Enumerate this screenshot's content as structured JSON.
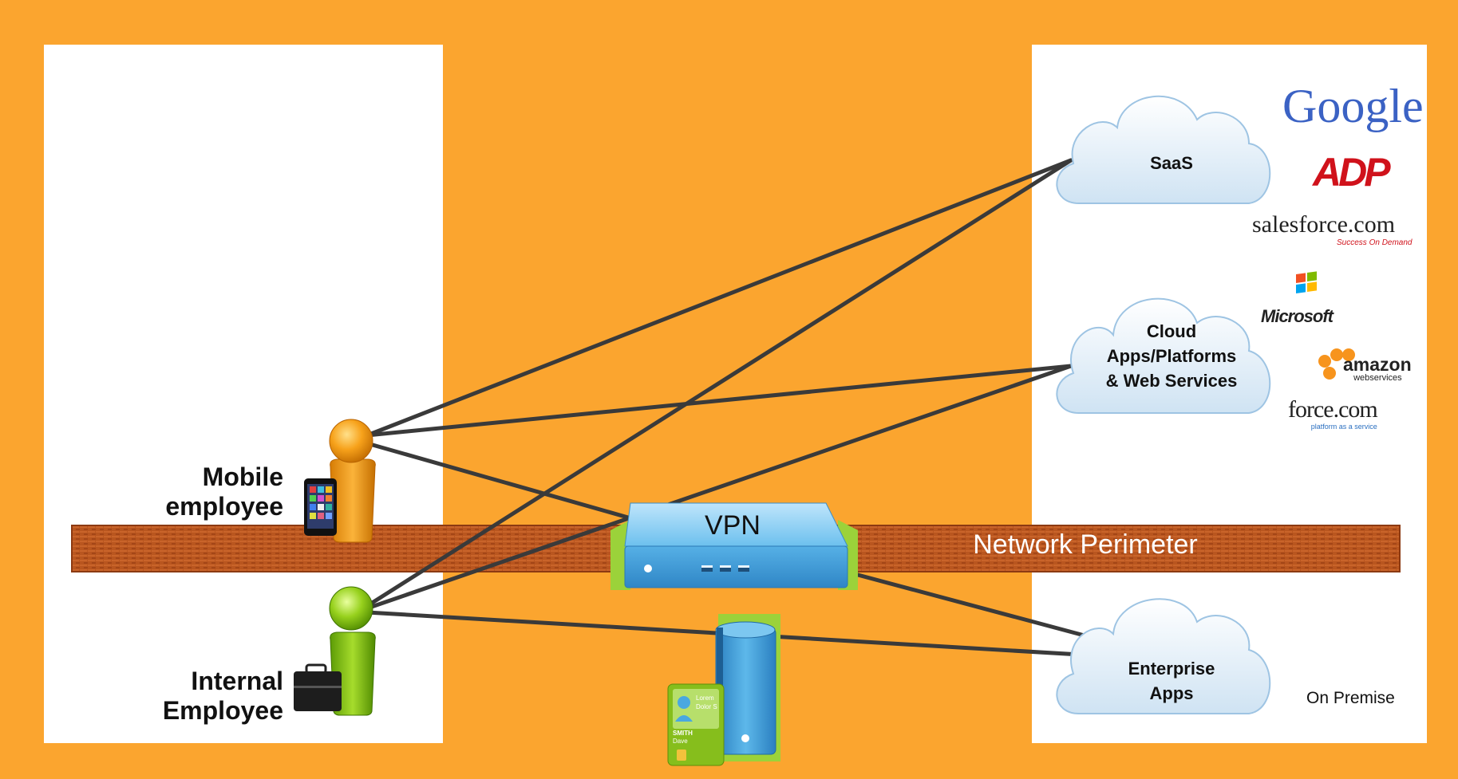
{
  "people": {
    "mobile": {
      "line1": "Mobile",
      "line2": "employee"
    },
    "internal": {
      "line1": "Internal",
      "line2": "Employee"
    }
  },
  "vpn": {
    "label": "VPN"
  },
  "perimeter": {
    "label": "Network Perimeter"
  },
  "clouds": {
    "saas": {
      "line1": "SaaS"
    },
    "cloud_apps": {
      "line1": "Cloud",
      "line2": "Apps/Platforms",
      "line3": "& Web Services"
    },
    "enterprise": {
      "line1": "Enterprise",
      "line2": "Apps"
    }
  },
  "on_premise": "On Premise",
  "logos": {
    "google": "Google",
    "adp": "ADP",
    "salesforce": "salesforce.com",
    "salesforce_tag": "Success On Demand",
    "microsoft": "Microsoft",
    "amazon": "amazon",
    "amazon_sub": "webservices",
    "force": "force.com",
    "force_sub": "platform as a service"
  },
  "id_card": {
    "name_line1": "SMITH",
    "name_line2": "Dave",
    "text1": "Lorem",
    "text2": "Dolor S"
  },
  "colors": {
    "background": "#FBA52F",
    "line": "#3a3a3a",
    "cloud": "#e9f3fb",
    "vpn": "#5cb3e3",
    "perimeter": "#b8521f",
    "mobile_person": "#f39a0b",
    "internal_person": "#8cc81a"
  }
}
